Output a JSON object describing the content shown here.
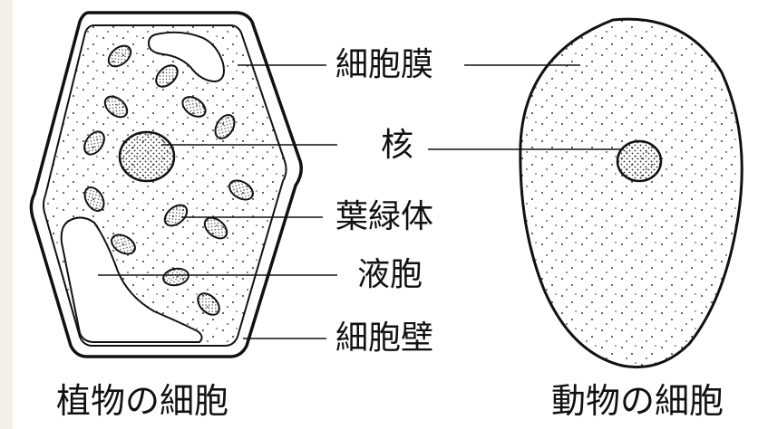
{
  "labels": {
    "membrane": "細胞膜",
    "nucleus": "核",
    "chloroplast": "葉緑体",
    "vacuole": "液胞",
    "wall": "細胞壁"
  },
  "titles": {
    "plant": "植物の細胞",
    "animal": "動物の細胞"
  },
  "colors": {
    "ink": "#111111",
    "margin": "#f3f1e6",
    "panel": "#ffffff"
  }
}
